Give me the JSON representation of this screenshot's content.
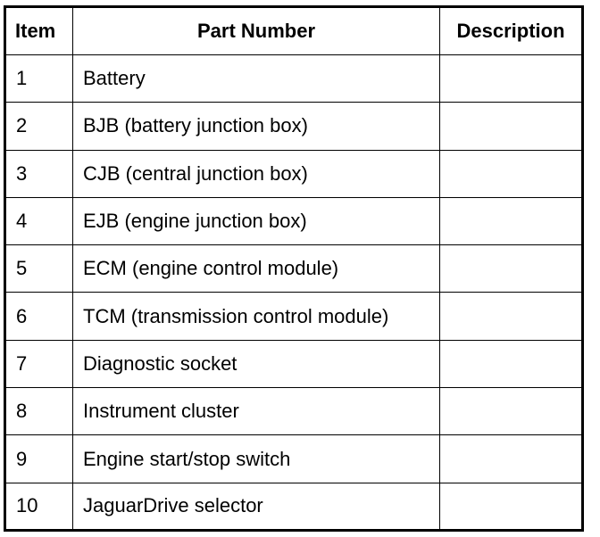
{
  "table": {
    "headers": {
      "item": "Item",
      "part_number": "Part Number",
      "description": "Description"
    },
    "rows": [
      {
        "item": "1",
        "part": "Battery",
        "description": ""
      },
      {
        "item": "2",
        "part": "BJB (battery junction box)",
        "description": ""
      },
      {
        "item": "3",
        "part": "CJB (central junction box)",
        "description": ""
      },
      {
        "item": "4",
        "part": "EJB (engine junction box)",
        "description": ""
      },
      {
        "item": "5",
        "part": "ECM (engine control module)",
        "description": ""
      },
      {
        "item": "6",
        "part": "TCM (transmission control module)",
        "description": ""
      },
      {
        "item": "7",
        "part": "Diagnostic socket",
        "description": ""
      },
      {
        "item": "8",
        "part": "Instrument cluster",
        "description": ""
      },
      {
        "item": "9",
        "part": "Engine start/stop switch",
        "description": ""
      },
      {
        "item": "10",
        "part": "JaguarDrive selector",
        "description": ""
      }
    ]
  }
}
